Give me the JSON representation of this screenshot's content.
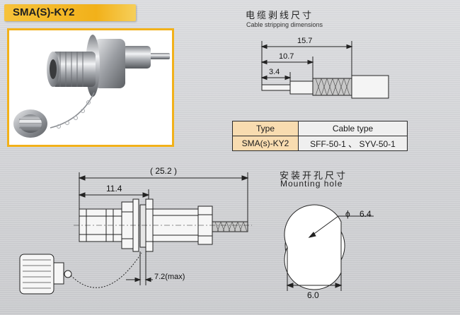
{
  "header": {
    "title": "SMA(S)-KY2"
  },
  "stripping": {
    "title_cn": "电缆剥线尺寸",
    "title_en": "Cable stripping dimensions",
    "dims": [
      "15.7",
      "10.7",
      "3.4"
    ]
  },
  "spec_table": {
    "headers": [
      "Type",
      "Cable type"
    ],
    "rows": [
      [
        "SMA(s)-KY2",
        "SFF-50-1 、 SYV-50-1"
      ]
    ]
  },
  "drawing": {
    "overall_length": "( 25.2 )",
    "front_length": "11.4",
    "panel_thickness": "7.2(max)"
  },
  "mounting": {
    "title_cn": "安装开孔尺寸",
    "title_en": "Mounting hole",
    "diameter": "6.4",
    "flat_width": "6.0",
    "phi_symbol": "ϕ"
  },
  "colors": {
    "title_bg": "#f2b11a",
    "table_type_bg": "#f8dcb0",
    "photo_border": "#f2b11a"
  }
}
